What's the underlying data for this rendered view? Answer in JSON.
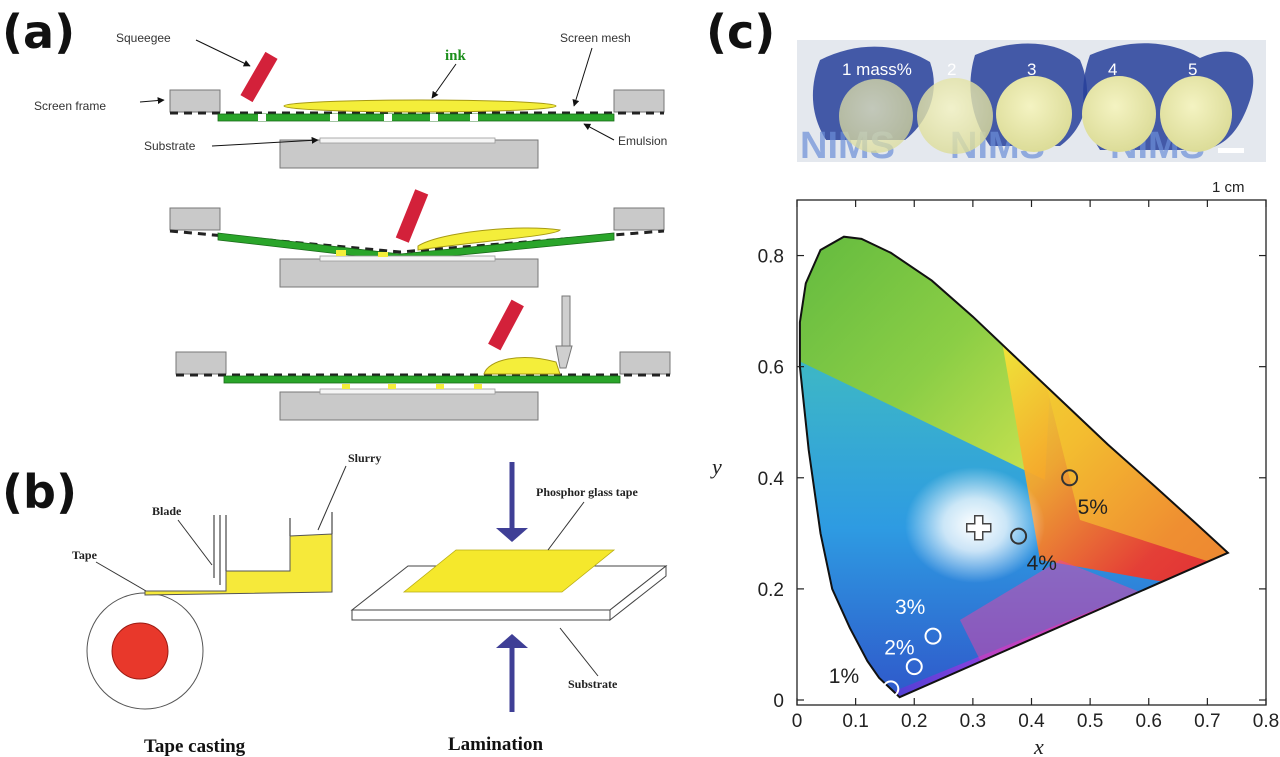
{
  "panels": {
    "a": "(a)",
    "b": "(b)",
    "c": "(c)"
  },
  "panel_a": {
    "squeegee": "Squeegee",
    "ink": "ink",
    "screen_mesh": "Screen mesh",
    "screen_frame": "Screen frame",
    "substrate": "Substrate",
    "emulsion": "Emulsion"
  },
  "panel_b": {
    "slurry": "Slurry",
    "blade": "Blade",
    "tape": "Tape",
    "phosphor_glass_tape": "Phosphor glass tape",
    "substrate": "Substrate",
    "tape_casting": "Tape casting",
    "lamination": "Lamination"
  },
  "photo": {
    "samples": [
      "1 mass%",
      "2",
      "3",
      "4",
      "5"
    ],
    "scale_bar": "1 cm",
    "background_text": "NIMS"
  },
  "chart_data": {
    "type": "scatter",
    "xlabel": "x",
    "ylabel": "y",
    "xlim": [
      0,
      0.8
    ],
    "ylim": [
      0,
      0.9
    ],
    "xticks": [
      "0",
      "0.1",
      "0.2",
      "0.3",
      "0.4",
      "0.5",
      "0.6",
      "0.7",
      "0.8"
    ],
    "yticks": [
      "0",
      "0.2",
      "0.4",
      "0.6",
      "0.8"
    ],
    "white_point": {
      "x": 0.31,
      "y": 0.31
    },
    "points": [
      {
        "label": "1%",
        "x": 0.16,
        "y": 0.02,
        "label_color": "#222222"
      },
      {
        "label": "2%",
        "x": 0.2,
        "y": 0.06,
        "label_color": "#ffffff"
      },
      {
        "label": "3%",
        "x": 0.232,
        "y": 0.115,
        "label_color": "#ffffff"
      },
      {
        "label": "4%",
        "x": 0.378,
        "y": 0.295,
        "label_color": "#222222"
      },
      {
        "label": "5%",
        "x": 0.465,
        "y": 0.4,
        "label_color": "#222222"
      }
    ],
    "locus": [
      [
        0.175,
        0.005
      ],
      [
        0.16,
        0.02
      ],
      [
        0.14,
        0.04
      ],
      [
        0.12,
        0.07
      ],
      [
        0.09,
        0.13
      ],
      [
        0.06,
        0.2
      ],
      [
        0.04,
        0.3
      ],
      [
        0.02,
        0.45
      ],
      [
        0.005,
        0.6
      ],
      [
        0.005,
        0.68
      ],
      [
        0.015,
        0.75
      ],
      [
        0.04,
        0.81
      ],
      [
        0.08,
        0.834
      ],
      [
        0.11,
        0.83
      ],
      [
        0.16,
        0.805
      ],
      [
        0.23,
        0.755
      ],
      [
        0.3,
        0.69
      ],
      [
        0.37,
        0.62
      ],
      [
        0.45,
        0.54
      ],
      [
        0.53,
        0.46
      ],
      [
        0.61,
        0.385
      ],
      [
        0.68,
        0.318
      ],
      [
        0.735,
        0.265
      ]
    ],
    "legend": "none",
    "grid": false
  }
}
